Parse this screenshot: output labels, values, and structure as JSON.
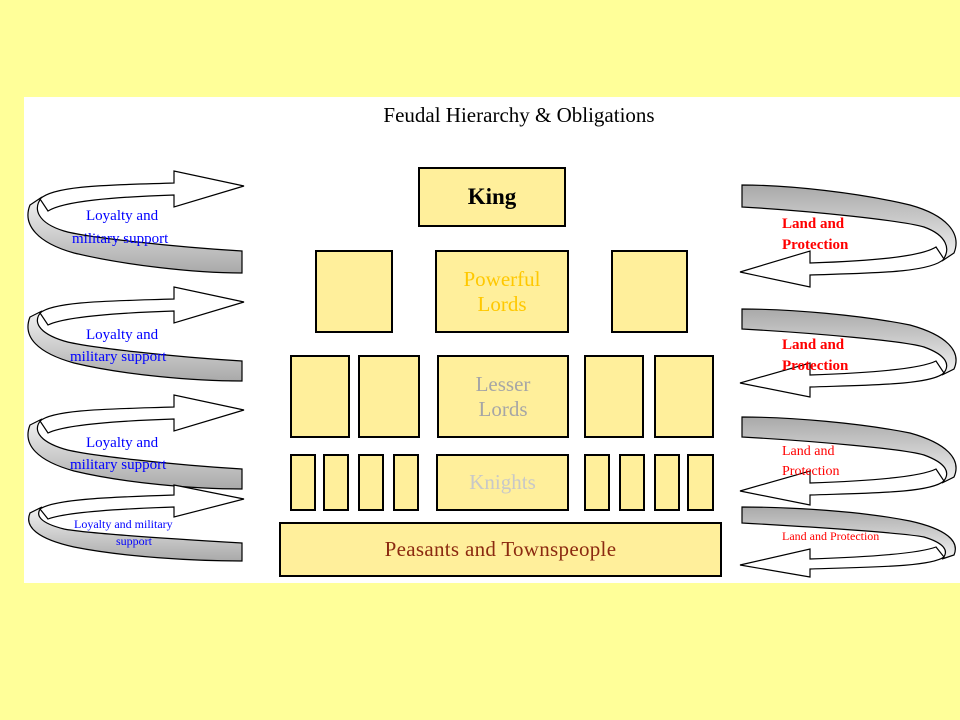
{
  "title": "Feudal Hierarchy & Obligations",
  "levels": {
    "king": "King",
    "powerful_lords_line1": "Powerful",
    "powerful_lords_line2": "Lords",
    "lesser_lords_line1": "Lesser",
    "lesser_lords_line2": "Lords",
    "knights": "Knights",
    "peasants": "Peasants and Townspeople"
  },
  "left_obligations": [
    {
      "line1": "Loyalty and",
      "line2": "military support"
    },
    {
      "line1": "Loyalty and",
      "line2": "military support"
    },
    {
      "line1": "Loyalty and",
      "line2": "military support"
    },
    {
      "line1": "Loyalty and military",
      "line2": "support"
    }
  ],
  "right_obligations": [
    {
      "line1": "Land and",
      "line2": "Protection"
    },
    {
      "line1": "Land and",
      "line2": "Protection"
    },
    {
      "line1": "Land and",
      "line2": "Protection"
    },
    {
      "line1": "Land and Protection",
      "line2": ""
    }
  ],
  "colors": {
    "background": "#ffff99",
    "box_fill": "#ffef9b",
    "left_text": "#0000ff",
    "right_text": "#ff0000",
    "arrow_fill": "#c0c0c0"
  }
}
